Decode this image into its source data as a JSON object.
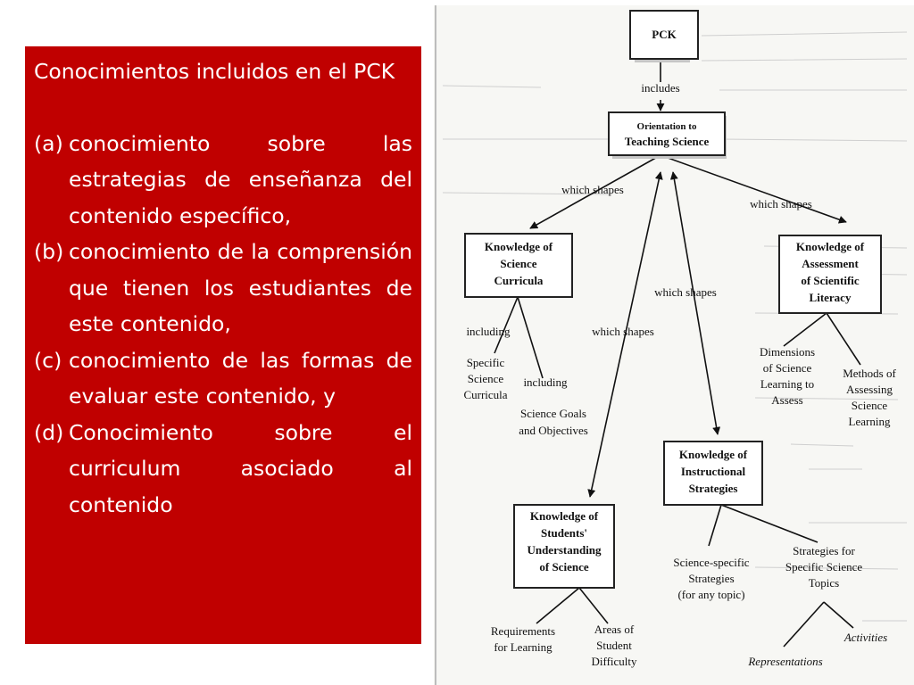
{
  "left_panel": {
    "title": "Conocimientos  incluidos en el PCK",
    "items": [
      {
        "label": "(a)",
        "text": "conocimiento sobre las estrategias de enseñanza del contenido específico,"
      },
      {
        "label": "(b)",
        "text": "conocimiento de la comprensión que tienen los estudiantes de este contenido,"
      },
      {
        "label": "(c)",
        "text": "conocimiento de las formas de evaluar este contenido, y"
      },
      {
        "label": "(d)",
        "text": "Conocimiento sobre el curriculum asociado al contenido"
      }
    ],
    "background_color": "#c00000"
  },
  "diagram": {
    "nodes": {
      "pck": "PCK",
      "orientation_line1": "Orientation to",
      "orientation_line2": "Teaching Science",
      "curricula_line1": "Knowledge of",
      "curricula_line2": "Science",
      "curricula_line3": "Curricula",
      "assessment_line1": "Knowledge of",
      "assessment_line2": "Assessment",
      "assessment_line3": "of Scientific",
      "assessment_line4": "Literacy",
      "instructional_line1": "Knowledge of",
      "instructional_line2": "Instructional",
      "instructional_line3": "Strategies",
      "students_line1": "Knowledge of",
      "students_line2": "Students'",
      "students_line3": "Understanding",
      "students_line4": "of Science"
    },
    "links": {
      "includes": "includes",
      "which_shapes_left": "which shapes",
      "which_shapes_right": "which shapes",
      "which_shapes_center": "which shapes",
      "which_shapes_lower": "which shapes",
      "including_1": "including",
      "including_2": "including"
    },
    "leaves": {
      "specific_curricula_line1": "Specific",
      "specific_curricula_line2": "Science",
      "specific_curricula_line3": "Curricula",
      "goals_line1": "Science Goals",
      "goals_line2": "and Objectives",
      "dimensions_line1": "Dimensions",
      "dimensions_line2": "of Science",
      "dimensions_line3": "Learning to",
      "dimensions_line4": "Assess",
      "methods_line1": "Methods of",
      "methods_line2": "Assessing",
      "methods_line3": "Science",
      "methods_line4": "Learning",
      "science_specific_line1": "Science-specific",
      "science_specific_line2": "Strategies",
      "science_specific_line3": "(for any topic)",
      "specific_topics_line1": "Strategies for",
      "specific_topics_line2": "Specific Science",
      "specific_topics_line3": "Topics",
      "requirements_line1": "Requirements",
      "requirements_line2": "for Learning",
      "difficulty_line1": "Areas of",
      "difficulty_line2": "Student",
      "difficulty_line3": "Difficulty",
      "activities": "Activities",
      "representations": "Representations"
    }
  }
}
